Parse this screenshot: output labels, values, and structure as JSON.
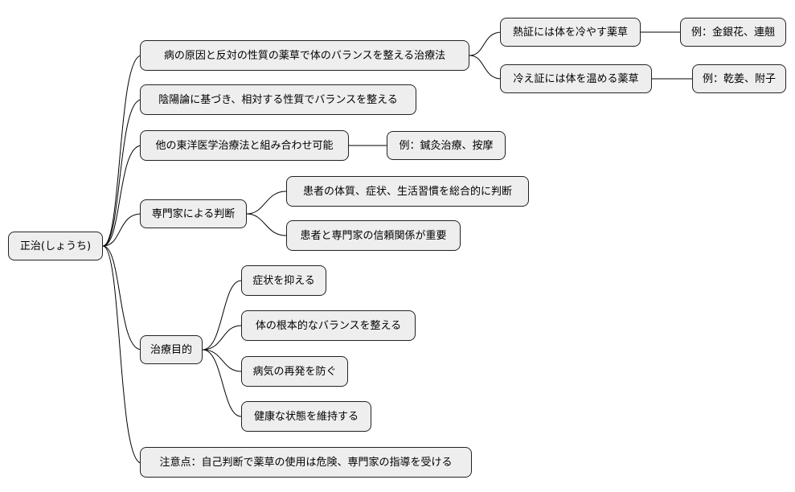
{
  "mindmap": {
    "root": {
      "label": "正治(しょうち)"
    },
    "branches": [
      {
        "label": "病の原因と反対の性質の薬草で体のバランスを整える治療法",
        "children": [
          {
            "label": "熱証には体を冷やす薬草",
            "children": [
              {
                "label": "例：金銀花、連翹"
              }
            ]
          },
          {
            "label": "冷え証には体を温める薬草",
            "children": [
              {
                "label": "例：乾姜、附子"
              }
            ]
          }
        ]
      },
      {
        "label": "陰陽論に基づき、相対する性質でバランスを整える"
      },
      {
        "label": "他の東洋医学治療法と組み合わせ可能",
        "children": [
          {
            "label": "例：鍼灸治療、按摩"
          }
        ]
      },
      {
        "label": "専門家による判断",
        "children": [
          {
            "label": "患者の体質、症状、生活習慣を総合的に判断"
          },
          {
            "label": "患者と専門家の信頼関係が重要"
          }
        ]
      },
      {
        "label": "治療目的",
        "children": [
          {
            "label": "症状を抑える"
          },
          {
            "label": "体の根本的なバランスを整える"
          },
          {
            "label": "病気の再発を防ぐ"
          },
          {
            "label": "健康な状態を維持する"
          }
        ]
      },
      {
        "label": "注意点：自己判断で薬草の使用は危険、専門家の指導を受ける"
      }
    ]
  }
}
